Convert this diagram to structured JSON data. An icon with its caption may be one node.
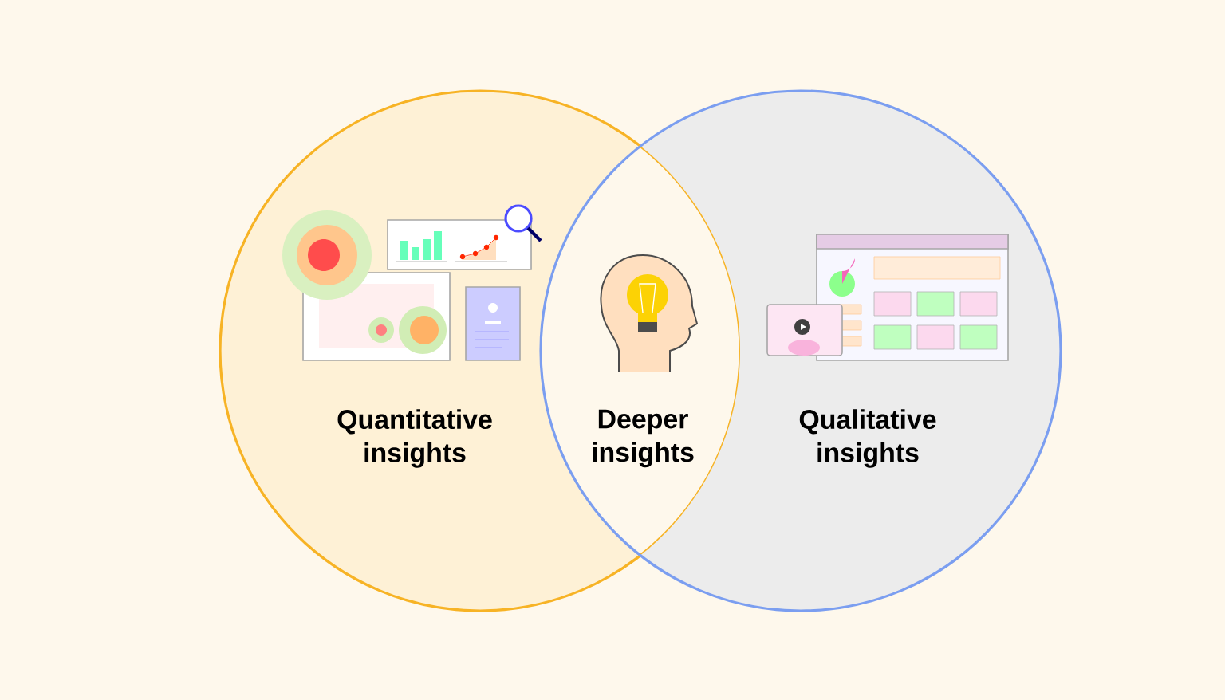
{
  "diagram": {
    "nodes": [
      {
        "text": [
          "Quantitative insights"
        ]
      },
      {
        "text": [
          "Deeper insights"
        ]
      },
      {
        "text": [
          "Qualitative insights"
        ]
      }
    ],
    "edges": []
  }
}
